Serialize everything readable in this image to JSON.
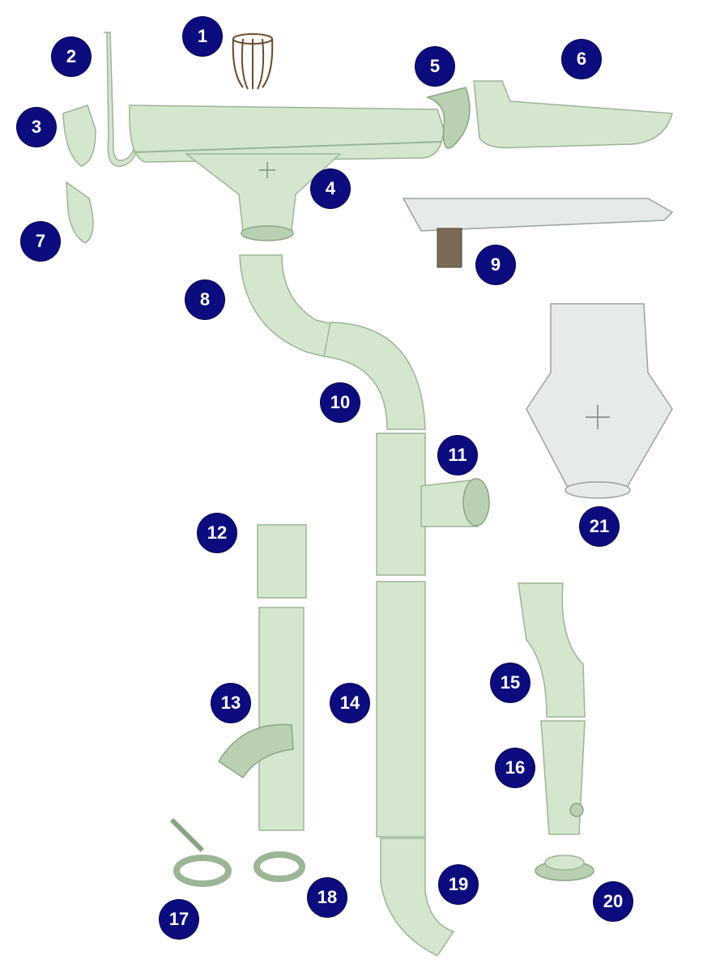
{
  "diagram": {
    "labels": [
      "1",
      "2",
      "3",
      "4",
      "5",
      "6",
      "7",
      "8",
      "9",
      "10",
      "11",
      "12",
      "13",
      "14",
      "15",
      "16",
      "17",
      "18",
      "19",
      "20",
      "21"
    ]
  },
  "colors": {
    "badge": "#0c0c7e",
    "part": "#d5e6cf"
  }
}
